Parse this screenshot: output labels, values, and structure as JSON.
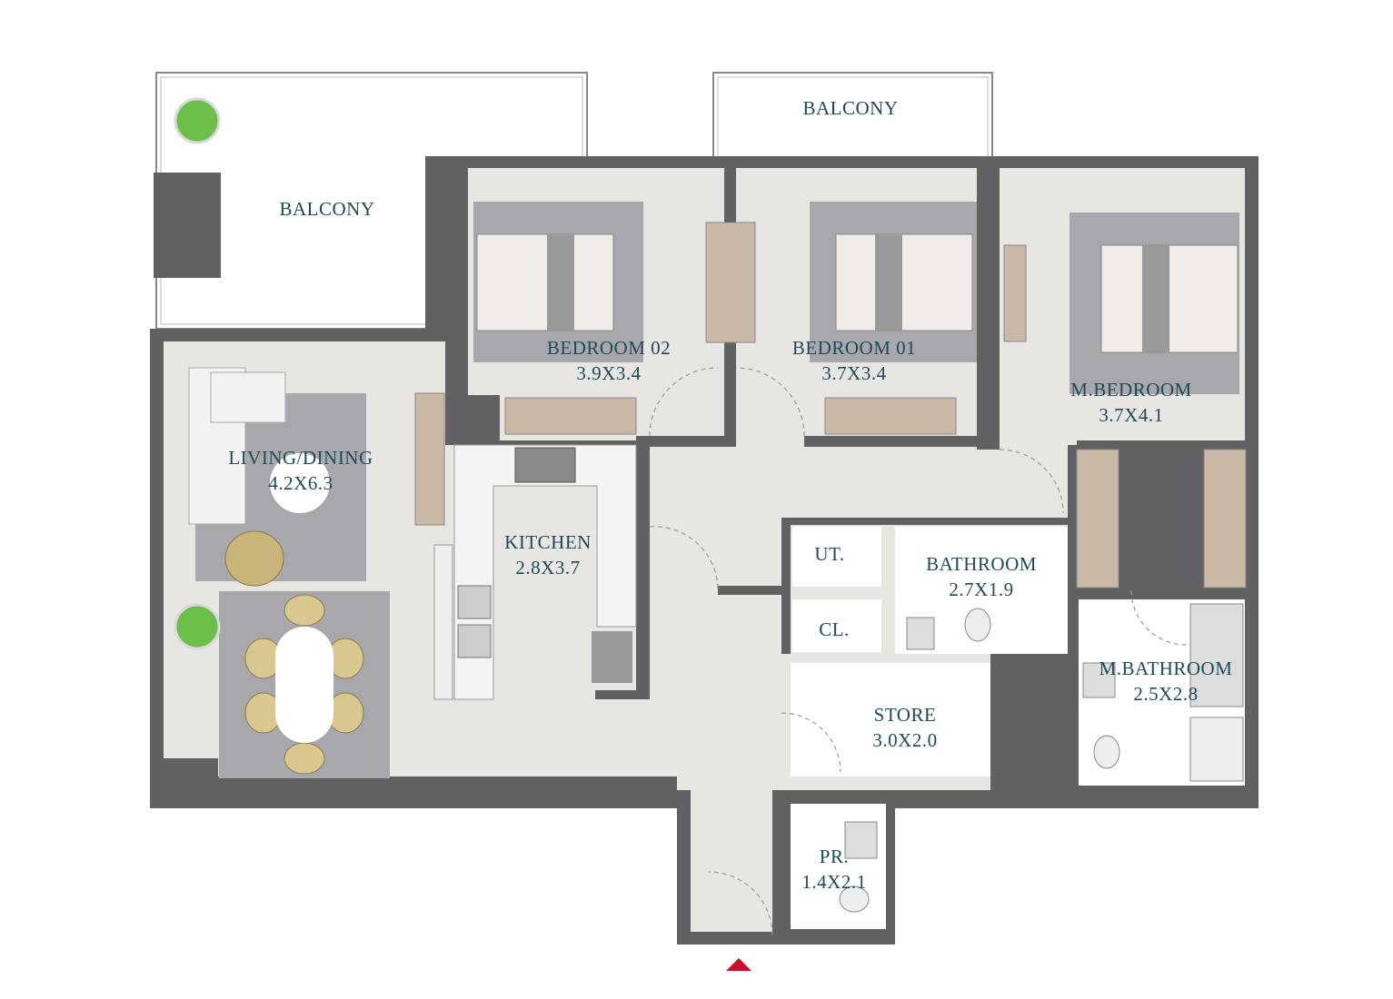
{
  "rooms": {
    "balcony_left": {
      "name": "BALCONY"
    },
    "balcony_top": {
      "name": "BALCONY"
    },
    "bedroom02": {
      "name": "BEDROOM 02",
      "size": "3.9X3.4"
    },
    "bedroom01": {
      "name": "BEDROOM 01",
      "size": "3.7X3.4"
    },
    "master_bedroom": {
      "name": "M.BEDROOM",
      "size": "3.7X4.1"
    },
    "living_dining": {
      "name": "LIVING/DINING",
      "size": "4.2X6.3"
    },
    "kitchen": {
      "name": "KITCHEN",
      "size": "2.8X3.7"
    },
    "utility": {
      "name": "UT."
    },
    "bathroom": {
      "name": "BATHROOM",
      "size": "2.7X1.9"
    },
    "closet": {
      "name": "CL."
    },
    "store": {
      "name": "STORE",
      "size": "3.0X2.0"
    },
    "master_bathroom": {
      "name": "M.BATHROOM",
      "size": "2.5X2.8"
    },
    "powder_room": {
      "name": "PR.",
      "size": "1.4X2.1"
    }
  },
  "colors": {
    "wall": "#616164",
    "floor": "#e8e6e3",
    "label": "#1e4a5a",
    "entrance_arrow": "#c8102e",
    "plant": "#6cc04a"
  },
  "icons": {
    "entrance": "entrance-arrow-icon"
  }
}
